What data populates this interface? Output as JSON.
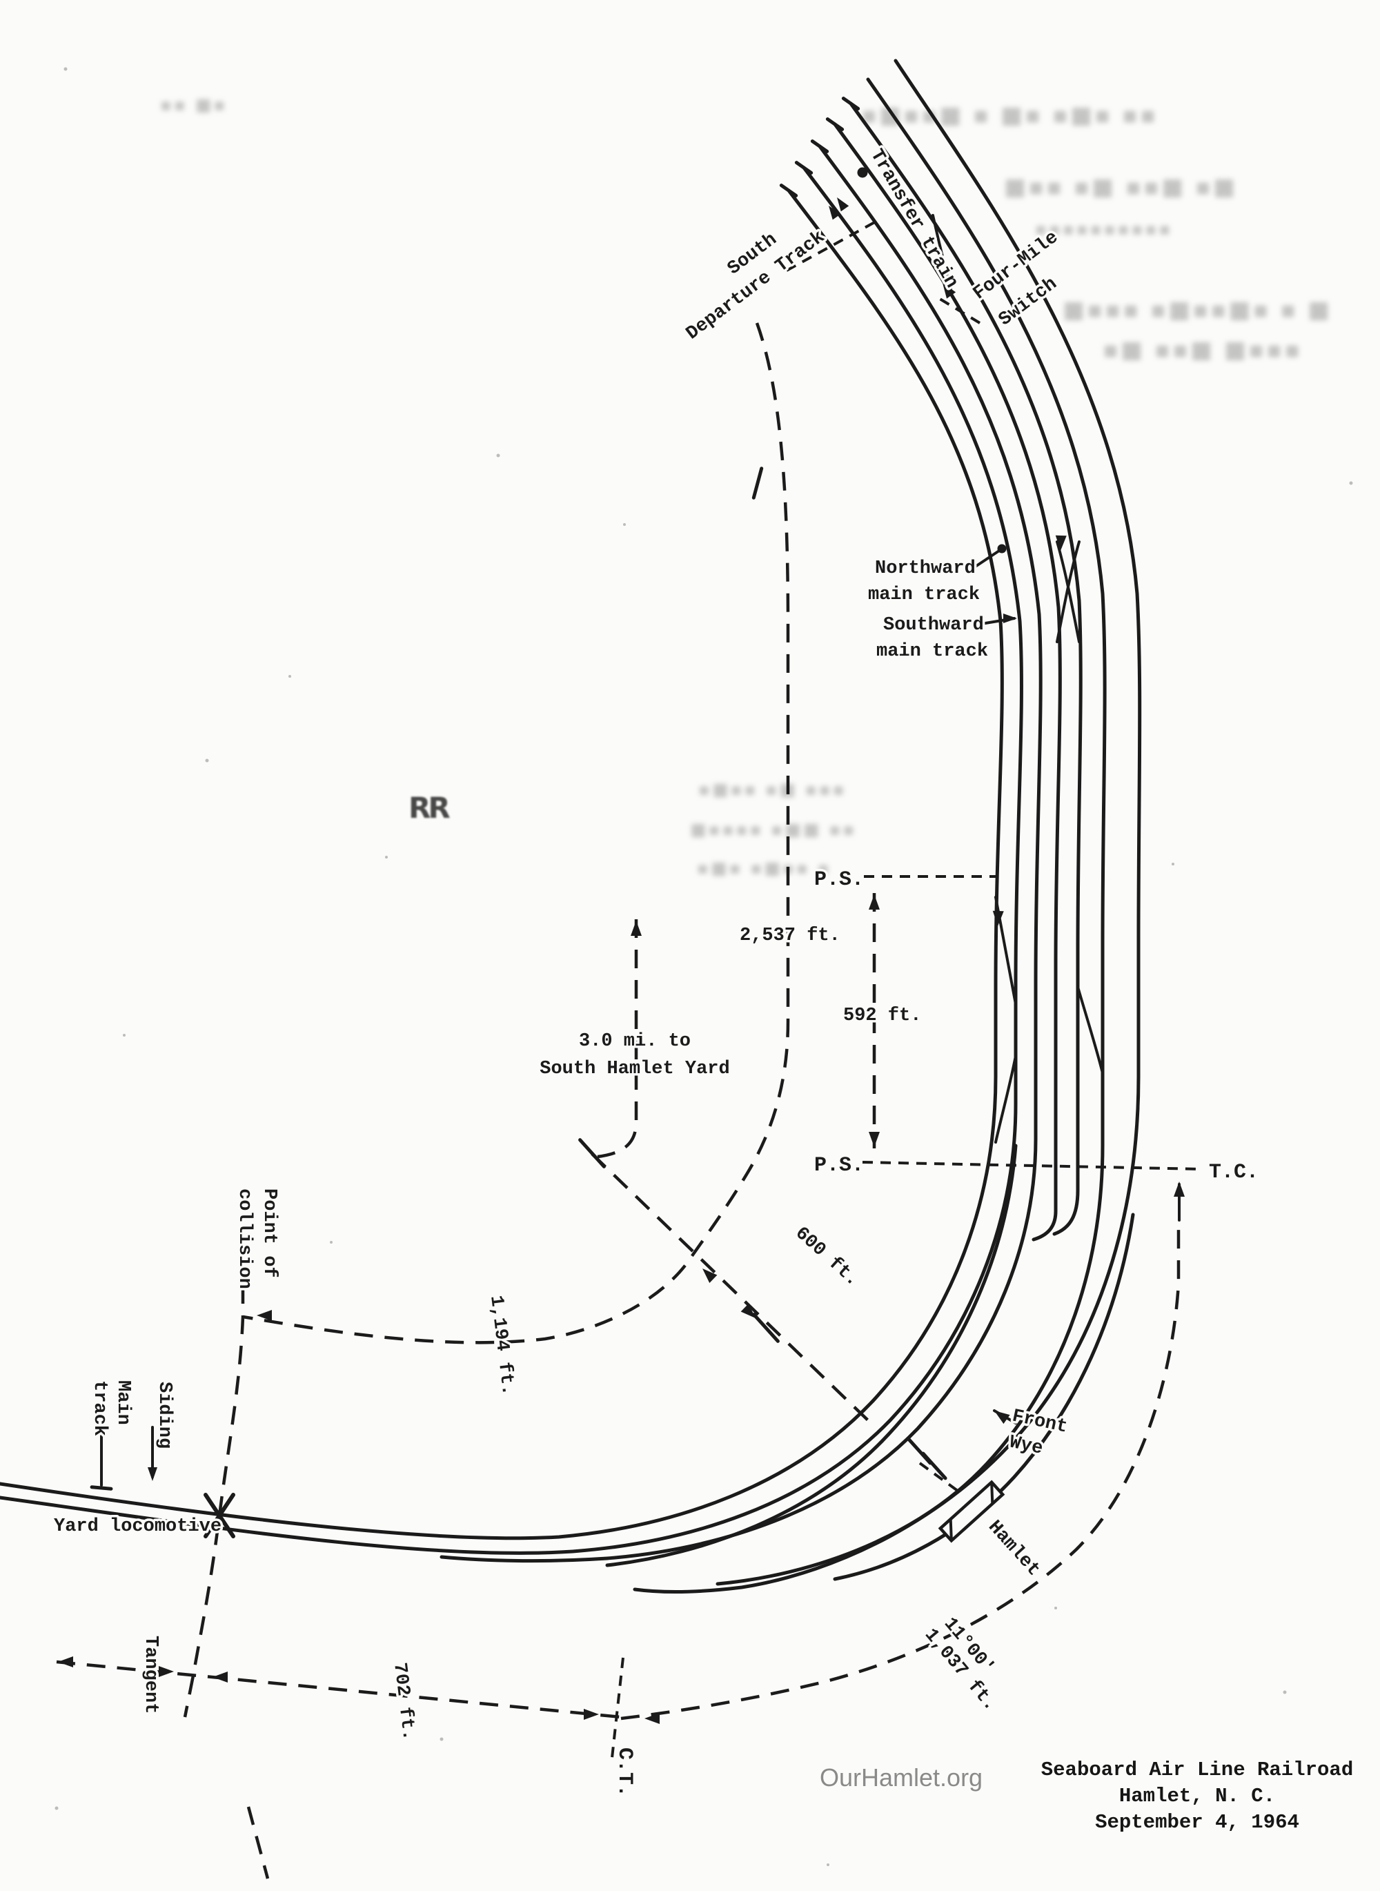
{
  "document": {
    "type": "scanned railroad accident track diagram",
    "ink_color": "#1b1b1b",
    "paper_color": "#fbfbf9"
  },
  "title_block": {
    "line1": "Seaboard Air Line Railroad",
    "line2": "Hamlet, N. C.",
    "line3": "September 4, 1964"
  },
  "watermark": "OurHamlet.org",
  "labels": {
    "south_departure_1": "South",
    "south_departure_2": "Departure Track",
    "transfer_train": "Transfer train",
    "four_mile_1": "Four-Mile",
    "four_mile_2": "Switch",
    "northward_1": "Northward",
    "northward_2": "main track",
    "southward_1": "Southward",
    "southward_2": "main track",
    "ps_upper": "P.S.",
    "ps_lower": "P.S.",
    "d2537": "2,537 ft.",
    "d592": "592 ft.",
    "d600": "600 ft.",
    "yard_note_1": "3.0 mi. to",
    "yard_note_2": "South Hamlet Yard",
    "poc_1": "Point of",
    "poc_2": "collision",
    "d1194": "1,194 ft.",
    "main_track_1": "Main",
    "main_track_2": "track",
    "siding": "Siding",
    "yard_locomotive": "Yard locomotive",
    "tangent": "Tangent",
    "d702": "702 ft.",
    "ct": "C.T.",
    "tc": "T.C.",
    "front_wye_1": "Front",
    "front_wye_2": "Wye",
    "hamlet": "Hamlet",
    "curve_note_1": "11°00′",
    "curve_note_2": "1,037 ft."
  },
  "ghost": {
    "rows": [
      "▪■▪▪■ ▪ ■▪ ▪■▪ ▪▪",
      "■▪▪ ▪■  ▪▪■ ▪■",
      "▪▪▪▪▪▪▪▪▪▪",
      "■▪▪▪ ▪■▪▪■▪ ▪ ■",
      "▪■ ▪▪■ ■▪▪▪",
      "▪■▪▪ ▪■ ▪▪▪",
      "■▪▪▪▪ ▪■■ ▪▪",
      "▪■▪ ▪■▪▪ ▪",
      "▪▪ ■▪"
    ],
    "smudge": "RR"
  }
}
